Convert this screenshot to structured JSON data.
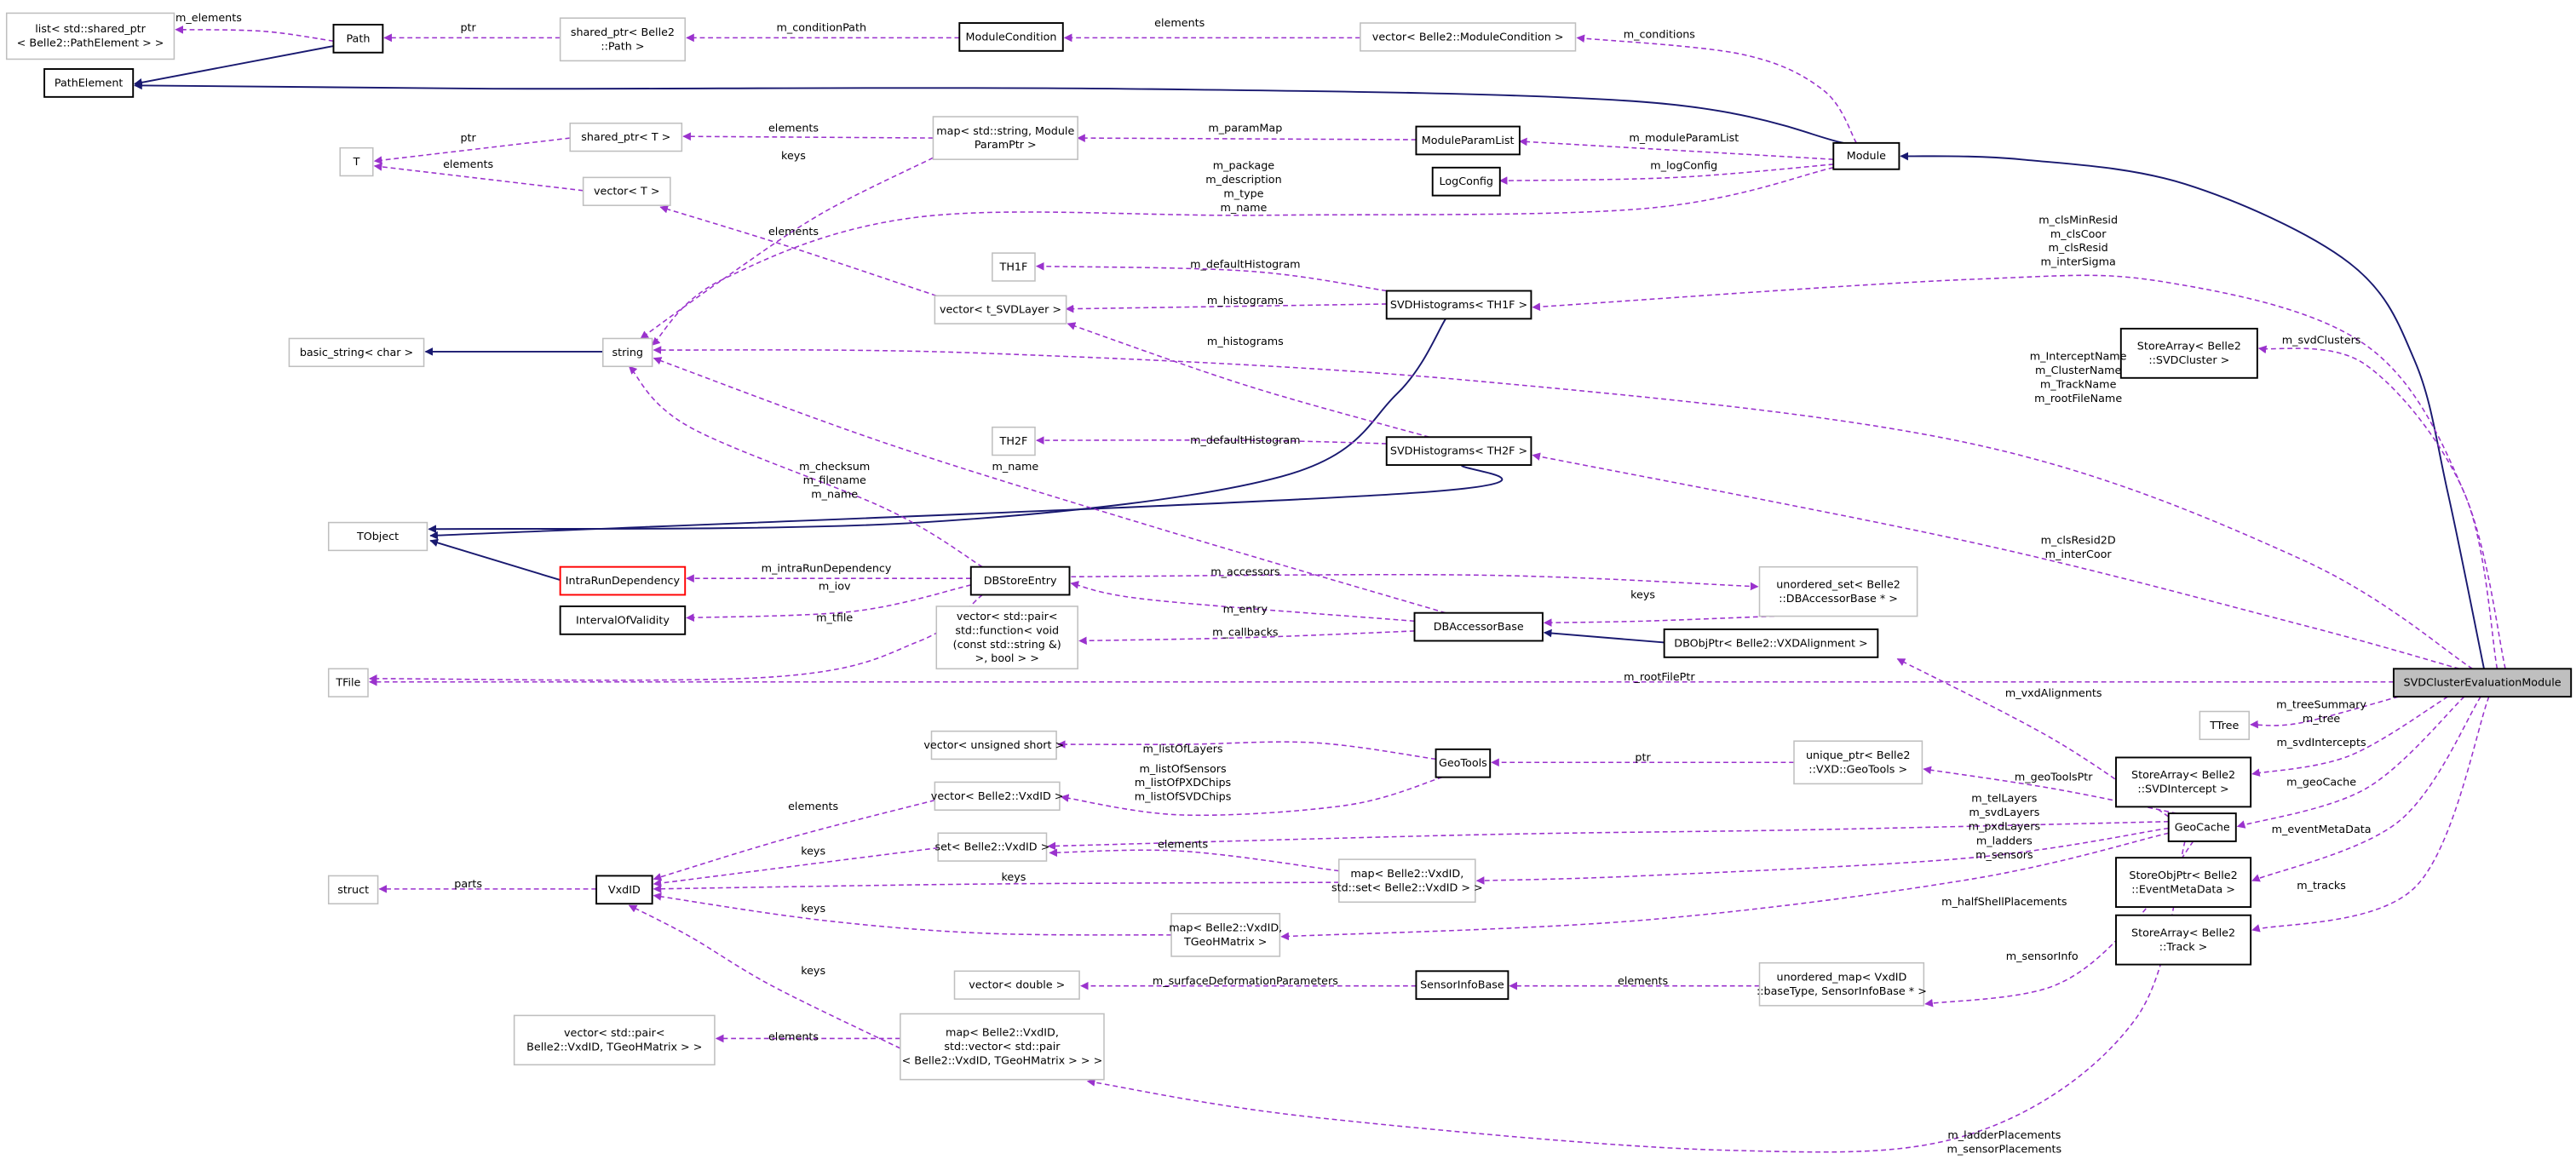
{
  "colors": {
    "member_edge": "#9a32cd",
    "inherit_edge": "#191970",
    "gray_border": "#bfbfbf",
    "black_border": "#000000",
    "red_border": "#ff0000",
    "highlight_fill": "#bfbfbf"
  },
  "nodes": [
    {
      "id": "list_pathelement",
      "lines": [
        "list< std::shared_ptr",
        "< Belle2::PathElement > >"
      ],
      "style": "gray"
    },
    {
      "id": "path",
      "lines": [
        "Path"
      ],
      "style": "black"
    },
    {
      "id": "shared_ptr_path",
      "lines": [
        "shared_ptr< Belle2",
        "::Path >"
      ],
      "style": "gray"
    },
    {
      "id": "modulecondition",
      "lines": [
        "ModuleCondition"
      ],
      "style": "black"
    },
    {
      "id": "vector_modulecondition",
      "lines": [
        "vector< Belle2::ModuleCondition >"
      ],
      "style": "gray"
    },
    {
      "id": "pathelement",
      "lines": [
        "PathElement"
      ],
      "style": "black"
    },
    {
      "id": "module",
      "lines": [
        "Module"
      ],
      "style": "black"
    },
    {
      "id": "shared_ptr_t",
      "lines": [
        "shared_ptr< T >"
      ],
      "style": "gray"
    },
    {
      "id": "map_string_moduleparamptr",
      "lines": [
        "map< std::string, Module",
        "ParamPtr >"
      ],
      "style": "gray"
    },
    {
      "id": "moduleparamlist",
      "lines": [
        "ModuleParamList"
      ],
      "style": "black"
    },
    {
      "id": "t",
      "lines": [
        "T"
      ],
      "style": "gray"
    },
    {
      "id": "vector_t",
      "lines": [
        "vector< T >"
      ],
      "style": "gray"
    },
    {
      "id": "logconfig",
      "lines": [
        "LogConfig"
      ],
      "style": "black"
    },
    {
      "id": "th1f",
      "lines": [
        "TH1F"
      ],
      "style": "gray"
    },
    {
      "id": "vector_t_svdlayer",
      "lines": [
        "vector< t_SVDLayer >"
      ],
      "style": "gray"
    },
    {
      "id": "svdhistograms_th1f",
      "lines": [
        "SVDHistograms< TH1F >"
      ],
      "style": "black"
    },
    {
      "id": "basic_string",
      "lines": [
        "basic_string< char >"
      ],
      "style": "gray"
    },
    {
      "id": "string",
      "lines": [
        "string"
      ],
      "style": "gray"
    },
    {
      "id": "storearray_svdcluster",
      "lines": [
        "StoreArray< Belle2",
        "::SVDCluster >"
      ],
      "style": "black"
    },
    {
      "id": "th2f",
      "lines": [
        "TH2F"
      ],
      "style": "gray"
    },
    {
      "id": "svdhistograms_th2f",
      "lines": [
        "SVDHistograms< TH2F >"
      ],
      "style": "black"
    },
    {
      "id": "tobject",
      "lines": [
        "TObject"
      ],
      "style": "gray"
    },
    {
      "id": "intrarundependency",
      "lines": [
        "IntraRunDependency"
      ],
      "style": "red"
    },
    {
      "id": "dbstoreentry",
      "lines": [
        "DBStoreEntry"
      ],
      "style": "black"
    },
    {
      "id": "unordered_set_dbaccessorbase",
      "lines": [
        "unordered_set< Belle2",
        "::DBAccessorBase * >"
      ],
      "style": "gray"
    },
    {
      "id": "intervalofvalidity",
      "lines": [
        "IntervalOfValidity"
      ],
      "style": "black"
    },
    {
      "id": "vector_pair_function",
      "lines": [
        "vector< std::pair<",
        "std::function< void",
        "(const std::string &)",
        ">, bool > >"
      ],
      "style": "gray"
    },
    {
      "id": "dbaccessorbase",
      "lines": [
        "DBAccessorBase"
      ],
      "style": "black"
    },
    {
      "id": "dbobjptr_vxdalignment",
      "lines": [
        "DBObjPtr< Belle2::VXDAlignment >"
      ],
      "style": "black"
    },
    {
      "id": "tfile",
      "lines": [
        "TFile"
      ],
      "style": "gray"
    },
    {
      "id": "svdclusterevaluationmodule",
      "lines": [
        "SVDClusterEvaluationModule"
      ],
      "style": "highlight"
    },
    {
      "id": "ttree",
      "lines": [
        "TTree"
      ],
      "style": "gray"
    },
    {
      "id": "vector_unsigned_short",
      "lines": [
        "vector< unsigned short >"
      ],
      "style": "gray"
    },
    {
      "id": "geotools",
      "lines": [
        "GeoTools"
      ],
      "style": "black"
    },
    {
      "id": "unique_ptr_geotools",
      "lines": [
        "unique_ptr< Belle2",
        "::VXD::GeoTools >"
      ],
      "style": "gray"
    },
    {
      "id": "storearray_svdintercept",
      "lines": [
        "StoreArray< Belle2",
        "::SVDIntercept >"
      ],
      "style": "black"
    },
    {
      "id": "vector_vxdid",
      "lines": [
        "vector< Belle2::VxdID >"
      ],
      "style": "gray"
    },
    {
      "id": "geocache",
      "lines": [
        "GeoCache"
      ],
      "style": "black"
    },
    {
      "id": "set_vxdid",
      "lines": [
        "set< Belle2::VxdID >"
      ],
      "style": "gray"
    },
    {
      "id": "storeobjptr_eventmetadata",
      "lines": [
        "StoreObjPtr< Belle2",
        "::EventMetaData >"
      ],
      "style": "black"
    },
    {
      "id": "struct",
      "lines": [
        "struct"
      ],
      "style": "gray"
    },
    {
      "id": "vxdid",
      "lines": [
        "VxdID"
      ],
      "style": "black"
    },
    {
      "id": "map_vxdid_set",
      "lines": [
        "map< Belle2::VxdID,",
        "std::set< Belle2::VxdID > >"
      ],
      "style": "gray"
    },
    {
      "id": "map_vxdid_tgeohmatrix",
      "lines": [
        "map< Belle2::VxdID,",
        "TGeoHMatrix >"
      ],
      "style": "gray"
    },
    {
      "id": "storearray_track",
      "lines": [
        "StoreArray< Belle2",
        "::Track >"
      ],
      "style": "black"
    },
    {
      "id": "vector_double",
      "lines": [
        "vector< double >"
      ],
      "style": "gray"
    },
    {
      "id": "sensorinfobase",
      "lines": [
        "SensorInfoBase"
      ],
      "style": "black"
    },
    {
      "id": "unordered_map_sensorinfobase",
      "lines": [
        "unordered_map< VxdID",
        "::baseType, SensorInfoBase * >"
      ],
      "style": "gray"
    },
    {
      "id": "vector_pair_vxdid_tgeohmatrix",
      "lines": [
        "vector< std::pair<",
        "Belle2::VxdID, TGeoHMatrix > >"
      ],
      "style": "gray"
    },
    {
      "id": "map_vxdid_vector_pair",
      "lines": [
        "map< Belle2::VxdID,",
        "std::vector< std::pair",
        "< Belle2::VxdID, TGeoHMatrix > > >"
      ],
      "style": "gray"
    }
  ],
  "edges": [
    {
      "from": "path",
      "to": "list_pathelement",
      "kind": "member",
      "label": [
        "m_elements"
      ]
    },
    {
      "from": "shared_ptr_path",
      "to": "path",
      "kind": "member",
      "label": [
        "ptr"
      ]
    },
    {
      "from": "modulecondition",
      "to": "shared_ptr_path",
      "kind": "member",
      "label": [
        "m_conditionPath"
      ]
    },
    {
      "from": "vector_modulecondition",
      "to": "modulecondition",
      "kind": "member",
      "label": [
        "elements"
      ]
    },
    {
      "from": "module",
      "to": "vector_modulecondition",
      "kind": "member",
      "label": [
        "m_conditions"
      ]
    },
    {
      "from": "path",
      "to": "pathelement",
      "kind": "inherit",
      "label": []
    },
    {
      "from": "module",
      "to": "pathelement",
      "kind": "inherit",
      "label": []
    },
    {
      "from": "svdclusterevaluationmodule",
      "to": "module",
      "kind": "inherit",
      "label": []
    },
    {
      "from": "map_string_moduleparamptr",
      "to": "shared_ptr_t",
      "kind": "member",
      "label": [
        "elements"
      ]
    },
    {
      "from": "shared_ptr_t",
      "to": "t",
      "kind": "member",
      "label": [
        "ptr"
      ]
    },
    {
      "from": "vector_t",
      "to": "t",
      "kind": "member",
      "label": [
        "elements"
      ]
    },
    {
      "from": "moduleparamlist",
      "to": "map_string_moduleparamptr",
      "kind": "member",
      "label": [
        "m_paramMap"
      ]
    },
    {
      "from": "module",
      "to": "moduleparamlist",
      "kind": "member",
      "label": [
        "m_moduleParamList"
      ]
    },
    {
      "from": "module",
      "to": "logconfig",
      "kind": "member",
      "label": [
        "m_logConfig"
      ]
    },
    {
      "from": "module",
      "to": "string",
      "kind": "member",
      "label": [
        "m_package",
        "m_description",
        "m_type",
        "m_name"
      ]
    },
    {
      "from": "map_string_moduleparamptr",
      "to": "string",
      "kind": "member",
      "label": [
        "keys"
      ]
    },
    {
      "from": "vector_t_svdlayer",
      "to": "vector_t",
      "kind": "member",
      "label": [
        "elements"
      ]
    },
    {
      "from": "svdhistograms_th1f",
      "to": "th1f",
      "kind": "member",
      "label": [
        "m_defaultHistogram"
      ]
    },
    {
      "from": "svdhistograms_th1f",
      "to": "vector_t_svdlayer",
      "kind": "member",
      "label": [
        "m_histograms"
      ]
    },
    {
      "from": "svdhistograms_th1f",
      "to": "tobject",
      "kind": "inherit",
      "label": []
    },
    {
      "from": "svdclusterevaluationmodule",
      "to": "svdhistograms_th1f",
      "kind": "member",
      "label": [
        "m_clsMinResid",
        "m_clsCoor",
        "m_clsResid",
        "m_interSigma"
      ]
    },
    {
      "from": "string",
      "to": "basic_string",
      "kind": "inherit",
      "label": []
    },
    {
      "from": "svdclusterevaluationmodule",
      "to": "storearray_svdcluster",
      "kind": "member",
      "label": [
        "m_svdClusters"
      ]
    },
    {
      "from": "svdclusterevaluationmodule",
      "to": "string",
      "kind": "member",
      "label": [
        "m_InterceptName",
        "m_ClusterName",
        "m_TrackName",
        "m_rootFileName"
      ]
    },
    {
      "from": "svdhistograms_th2f",
      "to": "th2f",
      "kind": "member",
      "label": [
        "m_defaultHistogram"
      ]
    },
    {
      "from": "svdhistograms_th2f",
      "to": "vector_t_svdlayer",
      "kind": "member",
      "label": [
        "m_histograms"
      ]
    },
    {
      "from": "svdhistograms_th2f",
      "to": "tobject",
      "kind": "inherit",
      "label": []
    },
    {
      "from": "svdclusterevaluationmodule",
      "to": "svdhistograms_th2f",
      "kind": "member",
      "label": [
        "m_clsResid2D",
        "m_interCoor"
      ]
    },
    {
      "from": "dbstoreentry",
      "to": "string",
      "kind": "member",
      "label": [
        "m_checksum",
        "m_filename",
        "m_name"
      ]
    },
    {
      "from": "dbaccessorbase",
      "to": "string",
      "kind": "member",
      "label": [
        "m_name"
      ]
    },
    {
      "from": "intrarundependency",
      "to": "tobject",
      "kind": "inherit",
      "label": []
    },
    {
      "from": "dbstoreentry",
      "to": "intrarundependency",
      "kind": "member",
      "label": [
        "m_intraRunDependency"
      ]
    },
    {
      "from": "dbstoreentry",
      "to": "intervalofvalidity",
      "kind": "member",
      "label": [
        "m_iov"
      ]
    },
    {
      "from": "dbstoreentry",
      "to": "tfile",
      "kind": "member",
      "label": [
        "m_tfile"
      ]
    },
    {
      "from": "dbstoreentry",
      "to": "unordered_set_dbaccessorbase",
      "kind": "member",
      "label": [
        "m_accessors"
      ]
    },
    {
      "from": "unordered_set_dbaccessorbase",
      "to": "dbaccessorbase",
      "kind": "member",
      "label": [
        "keys"
      ]
    },
    {
      "from": "dbaccessorbase",
      "to": "dbstoreentry",
      "kind": "member",
      "label": [
        "m_entry"
      ]
    },
    {
      "from": "dbaccessorbase",
      "to": "vector_pair_function",
      "kind": "member",
      "label": [
        "m_callbacks"
      ]
    },
    {
      "from": "dbobjptr_vxdalignment",
      "to": "dbaccessorbase",
      "kind": "inherit",
      "label": []
    },
    {
      "from": "svdclusterevaluationmodule",
      "to": "tfile",
      "kind": "member",
      "label": [
        "m_rootFilePtr"
      ]
    },
    {
      "from": "geocache",
      "to": "dbobjptr_vxdalignment",
      "kind": "member",
      "label": [
        "m_vxdAlignments"
      ]
    },
    {
      "from": "svdclusterevaluationmodule",
      "to": "ttree",
      "kind": "member",
      "label": [
        "m_treeSummary",
        "m_tree"
      ]
    },
    {
      "from": "svdclusterevaluationmodule",
      "to": "storearray_svdintercept",
      "kind": "member",
      "label": [
        "m_svdIntercepts"
      ]
    },
    {
      "from": "svdclusterevaluationmodule",
      "to": "geocache",
      "kind": "member",
      "label": [
        "m_geoCache"
      ]
    },
    {
      "from": "svdclusterevaluationmodule",
      "to": "storeobjptr_eventmetadata",
      "kind": "member",
      "label": [
        "m_eventMetaData"
      ]
    },
    {
      "from": "svdclusterevaluationmodule",
      "to": "storearray_track",
      "kind": "member",
      "label": [
        "m_tracks"
      ]
    },
    {
      "from": "geotools",
      "to": "vector_unsigned_short",
      "kind": "member",
      "label": [
        "m_listOfLayers"
      ]
    },
    {
      "from": "geotools",
      "to": "vector_vxdid",
      "kind": "member",
      "label": [
        "m_listOfSensors",
        "m_listOfPXDChips",
        "m_listOfSVDChips"
      ]
    },
    {
      "from": "unique_ptr_geotools",
      "to": "geotools",
      "kind": "member",
      "label": [
        "ptr"
      ]
    },
    {
      "from": "geocache",
      "to": "unique_ptr_geotools",
      "kind": "member",
      "label": [
        "m_geoToolsPtr"
      ]
    },
    {
      "from": "geocache",
      "to": "set_vxdid",
      "kind": "member",
      "label": [
        "m_telLayers",
        "m_svdLayers",
        "m_pxdLayers"
      ]
    },
    {
      "from": "geocache",
      "to": "map_vxdid_set",
      "kind": "member",
      "label": [
        "m_ladders",
        "m_sensors"
      ]
    },
    {
      "from": "map_vxdid_set",
      "to": "set_vxdid",
      "kind": "member",
      "label": [
        "elements"
      ]
    },
    {
      "from": "map_vxdid_set",
      "to": "vxdid",
      "kind": "member",
      "label": [
        "keys"
      ]
    },
    {
      "from": "set_vxdid",
      "to": "vxdid",
      "kind": "member",
      "label": [
        "keys"
      ]
    },
    {
      "from": "vector_vxdid",
      "to": "vxdid",
      "kind": "member",
      "label": [
        "elements"
      ]
    },
    {
      "from": "geocache",
      "to": "map_vxdid_tgeohmatrix",
      "kind": "member",
      "label": [
        "m_halfShellPlacements"
      ]
    },
    {
      "from": "map_vxdid_tgeohmatrix",
      "to": "vxdid",
      "kind": "member",
      "label": [
        "keys"
      ]
    },
    {
      "from": "vxdid",
      "to": "struct",
      "kind": "member",
      "label": [
        "parts"
      ]
    },
    {
      "from": "sensorinfobase",
      "to": "vector_double",
      "kind": "member",
      "label": [
        "m_surfaceDeformationParameters"
      ]
    },
    {
      "from": "unordered_map_sensorinfobase",
      "to": "sensorinfobase",
      "kind": "member",
      "label": [
        "elements"
      ]
    },
    {
      "from": "geocache",
      "to": "unordered_map_sensorinfobase",
      "kind": "member",
      "label": [
        "m_sensorInfo"
      ]
    },
    {
      "from": "map_vxdid_vector_pair",
      "to": "vxdid",
      "kind": "member",
      "label": [
        "keys"
      ]
    },
    {
      "from": "map_vxdid_vector_pair",
      "to": "vector_pair_vxdid_tgeohmatrix",
      "kind": "member",
      "label": [
        "elements"
      ]
    },
    {
      "from": "geocache",
      "to": "map_vxdid_vector_pair",
      "kind": "member",
      "label": [
        "m_ladderPlacements",
        "m_sensorPlacements"
      ]
    }
  ]
}
